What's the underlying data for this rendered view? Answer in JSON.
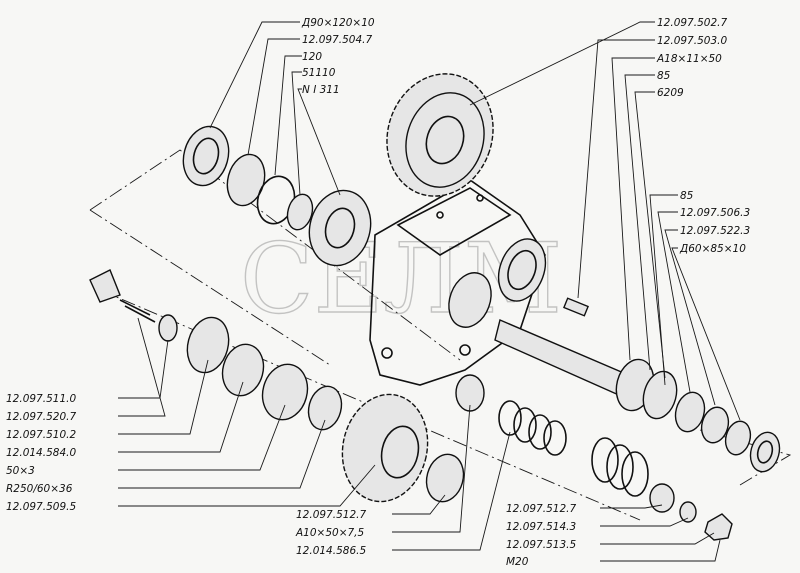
{
  "watermark": "СЕЛМ",
  "labels_top_left": [
    "Д90×120×10",
    "12.097.504.7",
    "120",
    "51110",
    "N I 311"
  ],
  "labels_top_right": [
    "12.097.502.7",
    "12.097.503.0",
    "A18×11×50",
    "85",
    "6209"
  ],
  "labels_mid_right": [
    "85",
    "12.097.506.3",
    "12.097.522.3",
    "Д60×85×10"
  ],
  "labels_left": [
    "12.097.511.0",
    "12.097.520.7",
    "12.097.510.2",
    "12.014.584.0",
    "50×3",
    "R250/60×36",
    "12.097.509.5"
  ],
  "labels_bottom_center": [
    "12.097.512.7",
    "A10×50×7,5",
    "12.014.586.5"
  ],
  "labels_bottom_right": [
    "12.097.512.7",
    "12.097.514.3",
    "12.097.513.5",
    "M20"
  ]
}
